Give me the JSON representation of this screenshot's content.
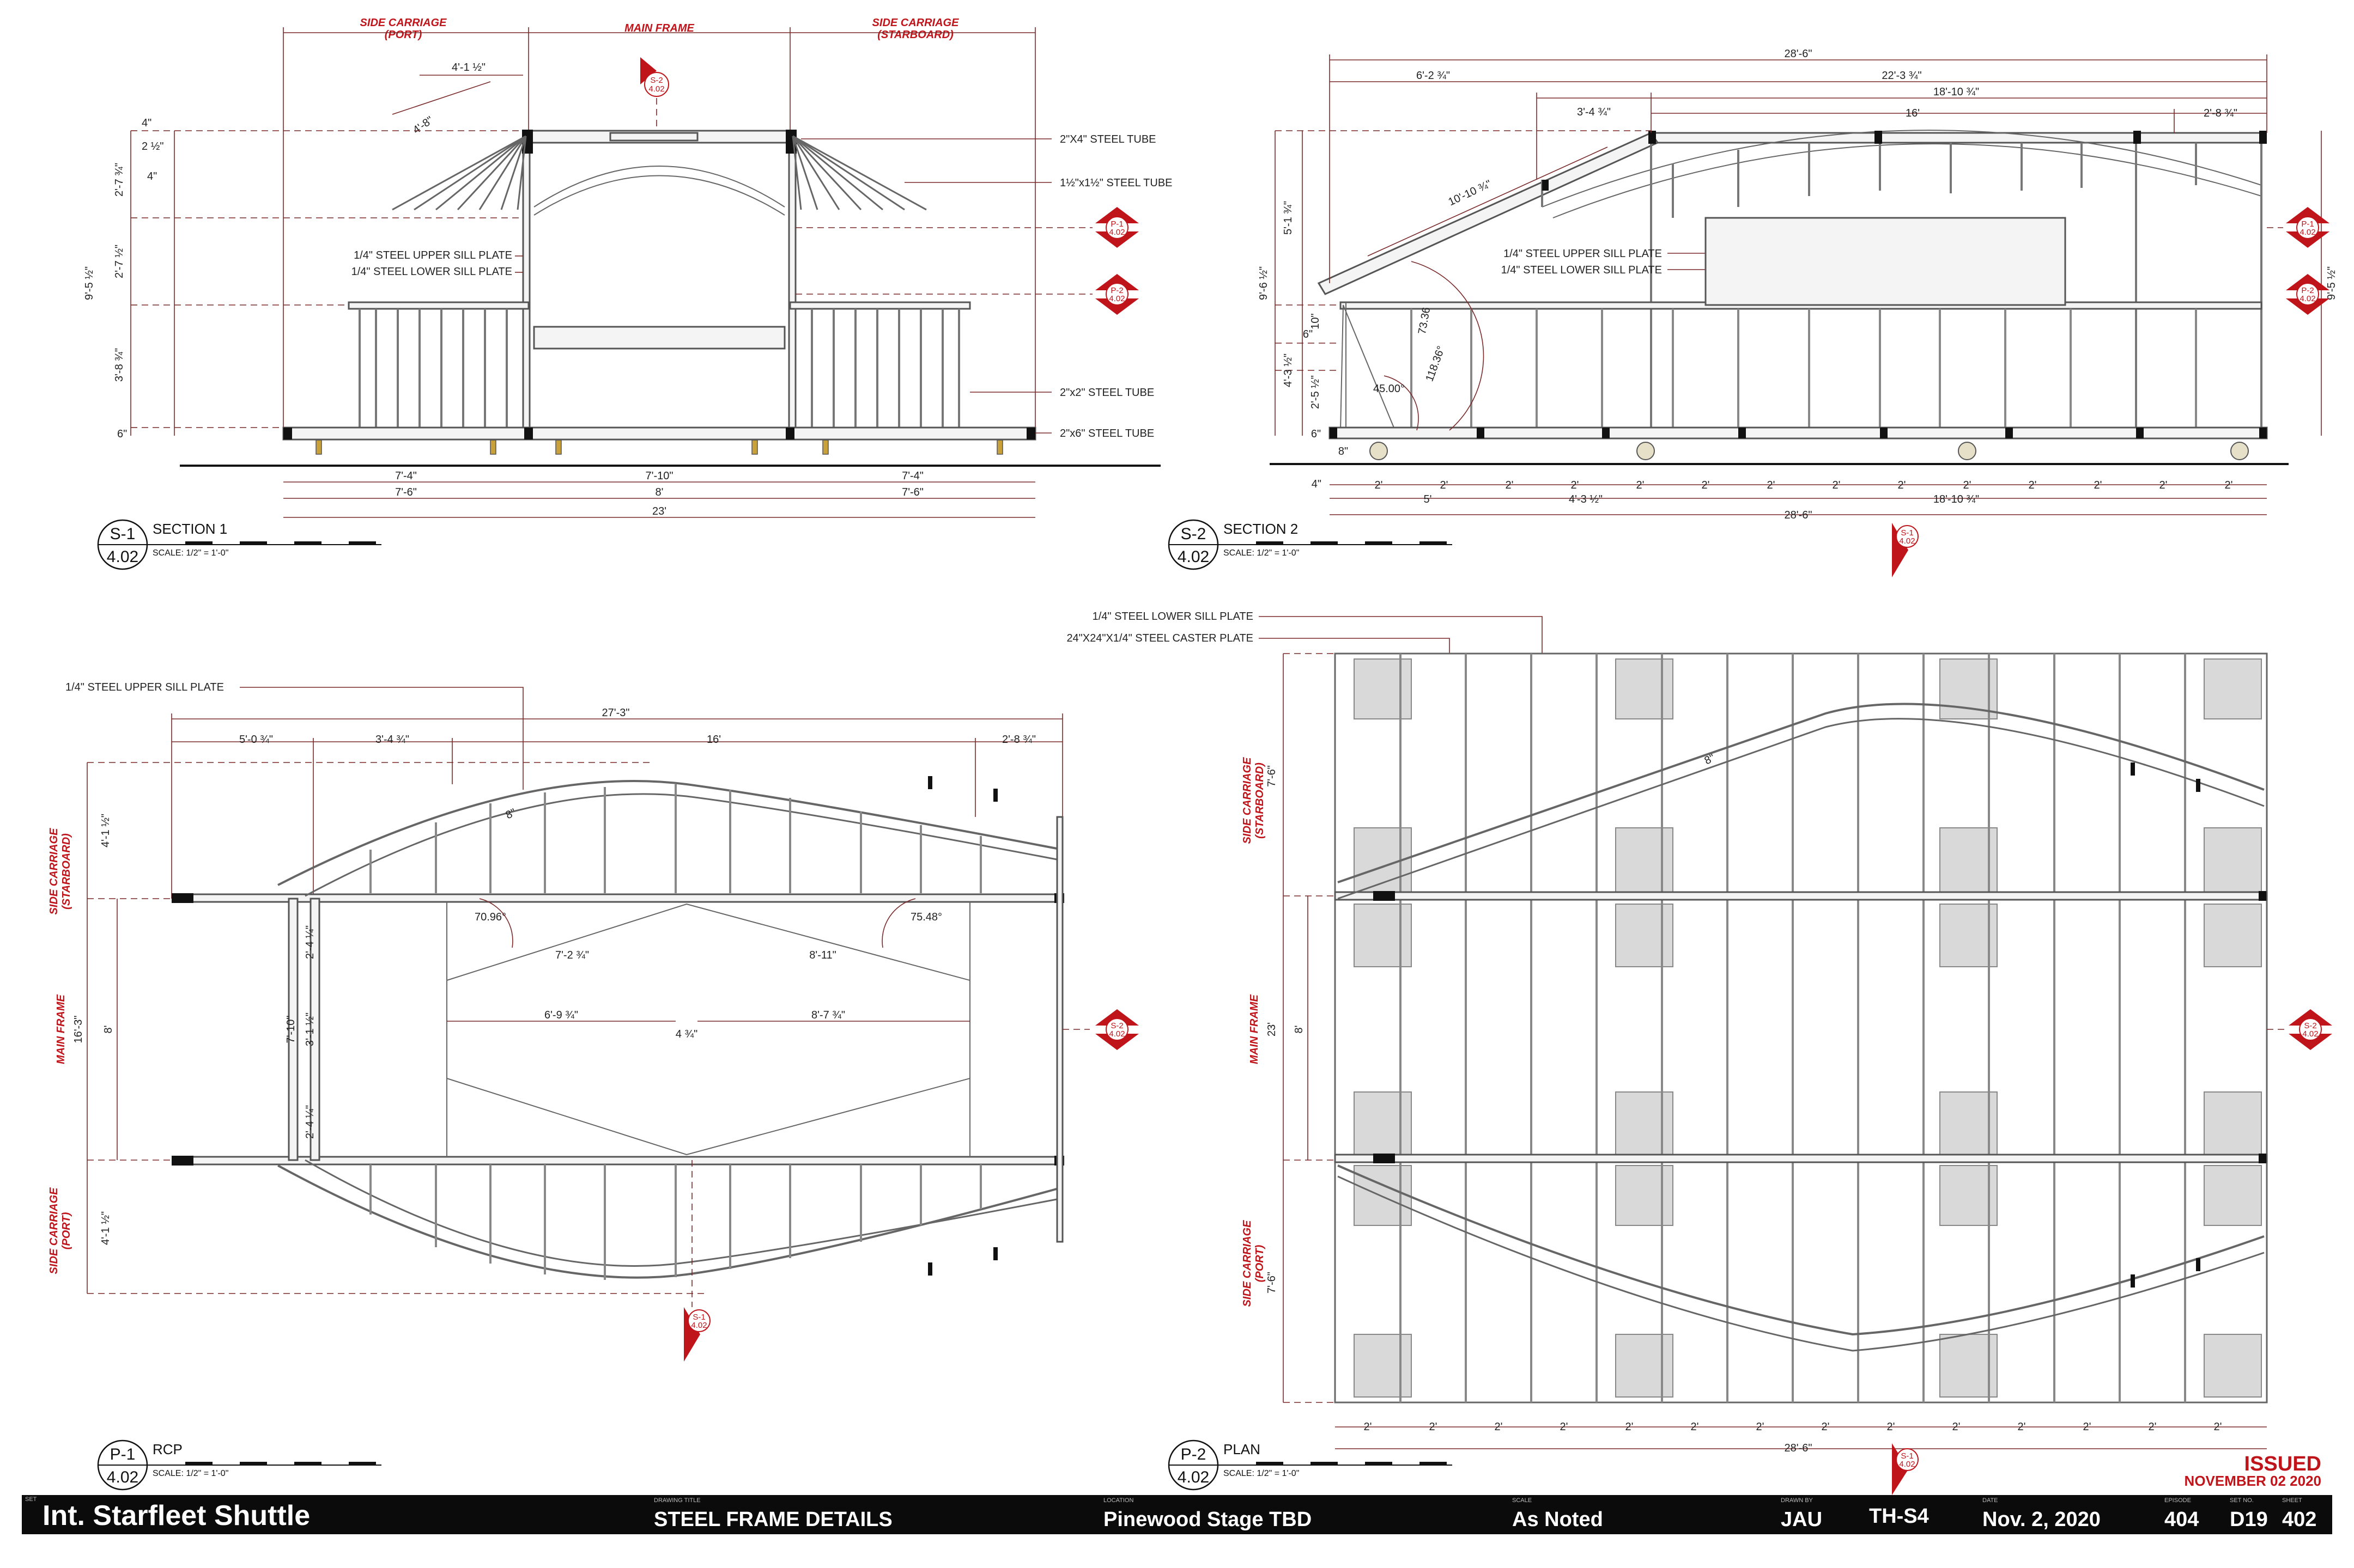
{
  "title_block": {
    "set_label": "SET",
    "set_name": "Int. Starfleet Shuttle",
    "drawing_title_label": "DRAWING TITLE",
    "drawing_title": "STEEL FRAME DETAILS",
    "location_label": "LOCATION",
    "location": "Pinewood Stage TBD",
    "scale_label": "SCALE",
    "scale": "As Noted",
    "drawn_by_label": "DRAWN BY",
    "drawn_by": "JAU",
    "drawing_no": "TH-S4",
    "date_label": "DATE",
    "date": "Nov. 2, 2020",
    "episode_label": "EPISODE",
    "episode": "404",
    "set_no_label": "SET NO.",
    "set_no": "D19",
    "sheet_label": "SHEET",
    "sheet": "402"
  },
  "status": {
    "issued": "ISSUED",
    "issued_date": "NOVEMBER 02 2020"
  },
  "views": {
    "s1": {
      "id": "S-1",
      "sheet": "4.02",
      "name": "SECTION 1",
      "scale": "SCALE: 1/2\" = 1'-0\""
    },
    "s2": {
      "id": "S-2",
      "sheet": "4.02",
      "name": "SECTION 2",
      "scale": "SCALE: 1/2\" = 1'-0\""
    },
    "p1": {
      "id": "P-1",
      "sheet": "4.02",
      "name": "RCP",
      "scale": "SCALE: 1/2\" = 1'-0\""
    },
    "p2": {
      "id": "P-2",
      "sheet": "4.02",
      "name": "PLAN",
      "scale": "SCALE: 1/2\" = 1'-0\""
    }
  },
  "section1": {
    "header_port": "SIDE CARRIAGE",
    "header_port_sub": "(PORT)",
    "header_main": "MAIN FRAME",
    "header_star": "SIDE CARRIAGE",
    "header_star_sub": "(STARBOARD)",
    "callouts": [
      "2\"X4\" STEEL TUBE",
      "1½\"x1½\" STEEL TUBE",
      "2\"x2\" STEEL TUBE",
      "2\"x6\" STEEL TUBE",
      "1/4\" STEEL UPPER SILL PLATE",
      "1/4\" STEEL LOWER SILL PLATE"
    ],
    "dims_top": [
      "4'-1 ½\"",
      "4'-8\""
    ],
    "dims_left": [
      "4\"",
      "2 ½\"",
      "4\"",
      "2'-7 ¾\"",
      "2'-7 ½\"",
      "9'-5 ½\"",
      "3'-8 ¾\"",
      "6\""
    ],
    "dims_bottom_row1": [
      "7'-4\"",
      "7'-10\"",
      "7'-4\""
    ],
    "dims_bottom_row2": [
      "7'-6\"",
      "8'",
      "7'-6\""
    ],
    "dims_bottom_total": "23'"
  },
  "section2": {
    "callouts": [
      "1/4\" STEEL UPPER SILL PLATE",
      "1/4\" STEEL LOWER SILL PLATE"
    ],
    "dims_top": [
      "28'-6\"",
      "6'-2 ¾\"",
      "22'-3 ¾\"",
      "18'-10 ¾\"",
      "3'-4 ¾\"",
      "16'",
      "2'-8 ¾\"",
      "10'-10 ¾\""
    ],
    "dims_left": [
      "5'-1 ¾\"",
      "9'-6 ½\"",
      "10\"",
      "6\"",
      "4'-3 ½\"",
      "2'-5 ½\"",
      "6\""
    ],
    "dims_right": "9'-5 ½\"",
    "angles": [
      "73.36",
      "118.36°",
      "45.00°"
    ],
    "dims_bottom_row1": [
      "4\"",
      "8\"",
      "2'",
      "2'",
      "2'",
      "2'",
      "2'",
      "2'",
      "2'",
      "2'",
      "2'",
      "2'",
      "2'",
      "2'",
      "2'",
      "2'"
    ],
    "dims_bottom_row2": [
      "5'",
      "4'-3 ½\"",
      "18'-10 ¾\""
    ],
    "dims_bottom_total": "28'-6\""
  },
  "rcp": {
    "callout": "1/4\" STEEL UPPER SILL PLATE",
    "side_top": "SIDE CARRIAGE",
    "side_top_sub": "(STARBOARD)",
    "main": "MAIN FRAME",
    "side_bottom": "SIDE CARRIAGE",
    "side_bottom_sub": "(PORT)",
    "dims_top": [
      "27'-3\"",
      "5'-0 ¾\"",
      "3'-4 ¾\"",
      "16'",
      "2'-8 ¾\""
    ],
    "dims_left": [
      "4'-1 ½\"",
      "16'-3\"",
      "8'",
      "4'-1 ½\""
    ],
    "dims_inner": [
      "2'-4 ¼\"",
      "7'-10\"",
      "3'-1 ½\"",
      "2'-4 ¼\"",
      "7'-2 ¾\"",
      "8'-11\"",
      "6'-9 ¾\"",
      "4 ¾\"",
      "8'-7 ¾\"",
      "70.96°",
      "75.48°",
      "8\""
    ]
  },
  "plan": {
    "callouts": [
      "1/4\" STEEL LOWER SILL PLATE",
      "24\"X24\"X1/4\" STEEL CASTER PLATE"
    ],
    "side_top": "SIDE CARRIAGE",
    "side_top_sub": "(STARBOARD)",
    "main": "MAIN FRAME",
    "side_bottom": "SIDE CARRIAGE",
    "side_bottom_sub": "(PORT)",
    "dims_left": [
      "7'-6\"",
      "23'",
      "8'",
      "7'-6\""
    ],
    "dims_bottom_row1": [
      "2'",
      "2'",
      "2'",
      "2'",
      "2'",
      "2'",
      "2'",
      "2'",
      "2'",
      "2'",
      "2'",
      "2'",
      "2'",
      "2'"
    ],
    "dims_bottom_total": "28'-6\"",
    "dim_inner": "8\""
  },
  "refs": {
    "s2_sheet": "4.02",
    "s2_id": "S-2",
    "p1_id": "P-1",
    "p2_id": "P-2",
    "s1_id": "S-1"
  }
}
